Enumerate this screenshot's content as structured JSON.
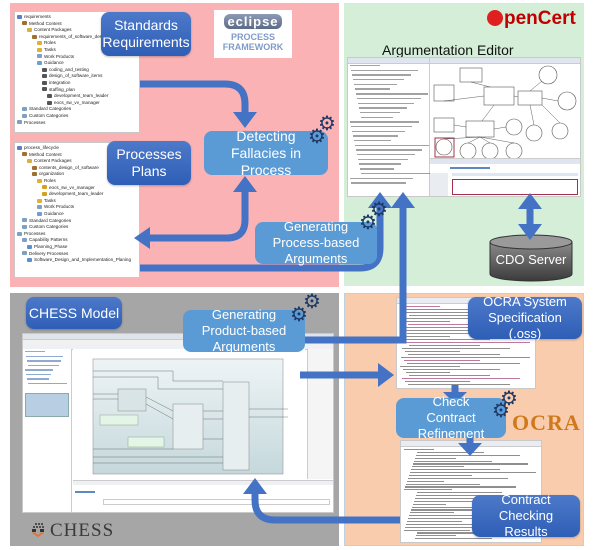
{
  "panels": {
    "epf": {
      "standards_box": "Standards Requirements",
      "processes_box": "Processes Plans",
      "detect_box": "Detecting Fallacies in Process",
      "eclipse_logo": {
        "word": "eclipse",
        "line1": "PROCESS",
        "line2": "FRAMEWORK"
      },
      "requirements_tree": [
        "requirements",
        "Method Content",
        "Content Packages",
        "requirements_of_software_design",
        "Roles",
        "Tasks",
        "Work Products",
        "Guidance",
        "coding_and_testing",
        "design_of_software_items",
        "integration",
        "staffing_plan",
        "development_team_leader",
        "eocs_sw_vv_manager",
        "Standard Categories",
        "Custom Categories",
        "Processes"
      ],
      "process_tree": [
        "process_lifecycle",
        "Method Content",
        "Content Packages",
        "contents_design_of_software",
        "organization",
        "Roles",
        "eocs_sw_vv_manager",
        "development_team_leader",
        "Tasks",
        "Work Products",
        "Guidance",
        "Standard Categories",
        "Custom Categories",
        "Processes",
        "Capability Patterns",
        "Planning_Phase",
        "Delivery Processes",
        "Software_Design_and_Implementation_Planing"
      ]
    },
    "opencert": {
      "logo": "penCert",
      "title": "Argumentation Editor",
      "gen_process_box": "Generating Process-based Arguments",
      "cdo_label": "CDO Server"
    },
    "chess": {
      "model_box": "CHESS Model",
      "gen_product_box": "Generating Product-based Arguments",
      "logo": "CHESS"
    },
    "ocra": {
      "spec_box": "OCRA System Specification (.oss)",
      "check_box": "Check Contract Refinement",
      "results_box": "Contract Checking Results",
      "logo": "OCRA"
    }
  },
  "colors": {
    "arrow": "#4472c4",
    "box_dark": "#3a69bf",
    "box_light": "#5b9bd5",
    "gear": "#1f3864",
    "pink": "#fbb2b4",
    "green": "#d5eed8",
    "grey": "#a6a6a6",
    "orange": "#f8ccad"
  }
}
